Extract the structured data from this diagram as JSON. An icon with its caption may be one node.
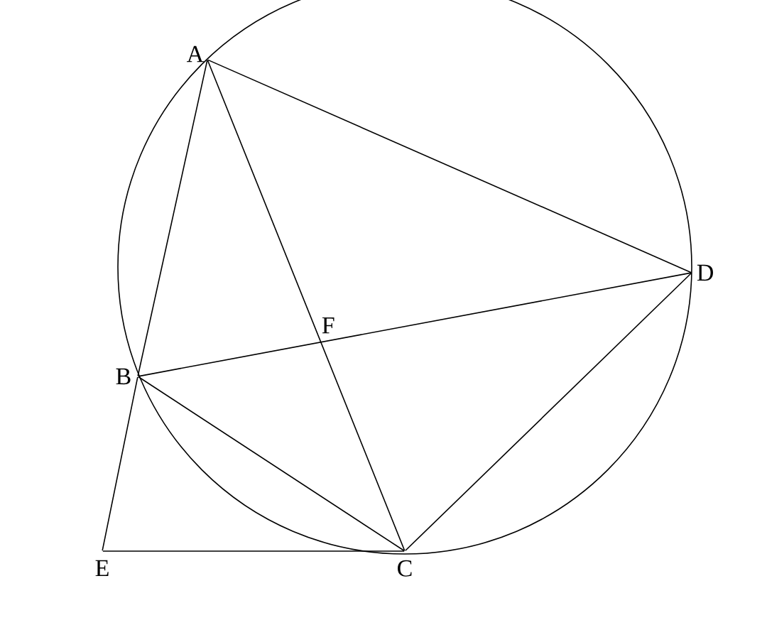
{
  "diagram": {
    "nodes": [
      {
        "text": [
          "A"
        ]
      },
      {
        "text": [
          "B"
        ]
      },
      {
        "text": [
          "C"
        ]
      },
      {
        "text": [
          "D"
        ]
      },
      {
        "text": [
          "E"
        ]
      },
      {
        "text": [
          "F"
        ]
      }
    ],
    "edges": [
      {
        "from": 0,
        "to": 1,
        "arrow": "none"
      },
      {
        "from": 1,
        "to": 4,
        "arrow": "none"
      },
      {
        "from": 4,
        "to": 2,
        "arrow": "none"
      },
      {
        "from": 0,
        "to": 2,
        "arrow": "none"
      },
      {
        "from": 0,
        "to": 3,
        "arrow": "none"
      },
      {
        "from": 1,
        "to": 3,
        "arrow": "none"
      },
      {
        "from": 1,
        "to": 2,
        "arrow": "none"
      },
      {
        "from": 2,
        "to": 3,
        "arrow": "none"
      }
    ]
  }
}
